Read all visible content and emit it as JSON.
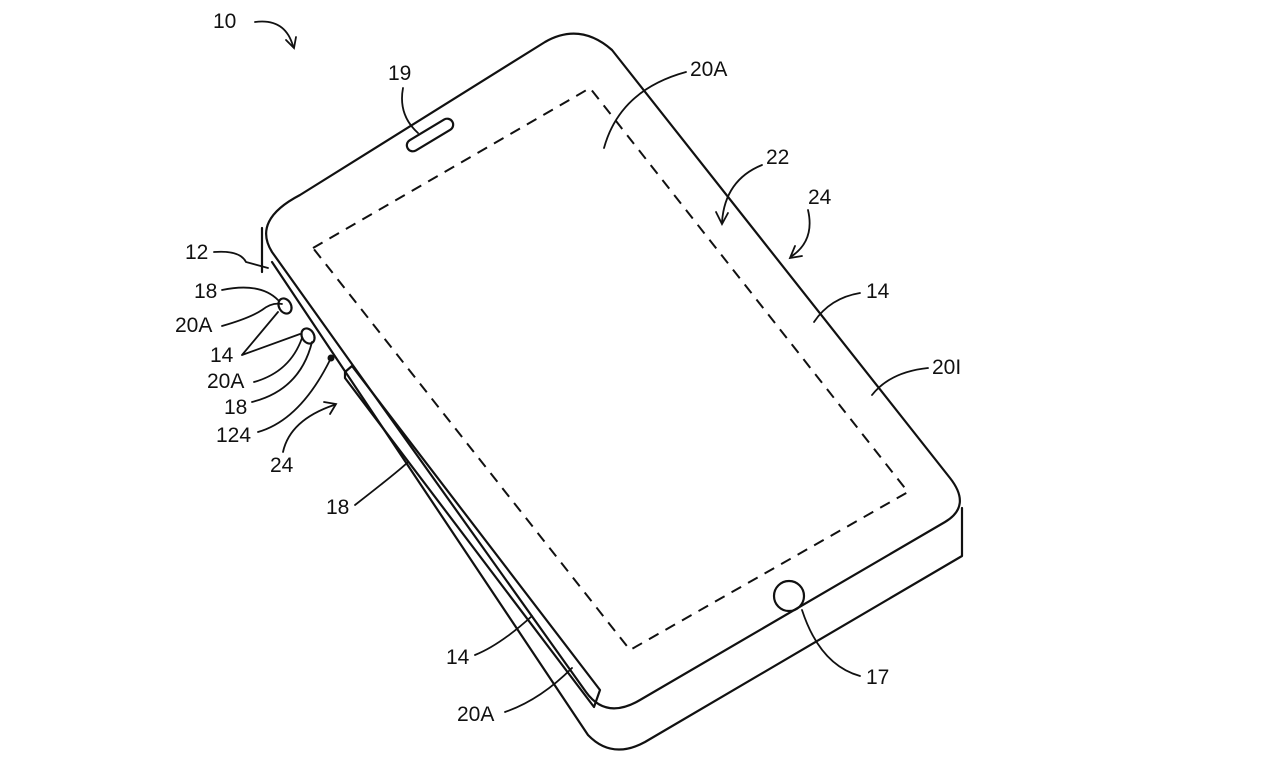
{
  "figure": {
    "labels": {
      "device": "10",
      "earpiece": "19",
      "housing_top": "20A",
      "display_arrow": "22",
      "edge_arrow_right": "24",
      "sidewall_right": "14",
      "inner_right": "20I",
      "housing_12": "12",
      "button_18_a": "18",
      "opening_20a_a": "20A",
      "sidewall_14_left": "14",
      "opening_20a_b": "20A",
      "button_18_b": "18",
      "port_124": "124",
      "edge_arrow_left": "24",
      "side_button_18": "18",
      "sidewall_14_bottom": "14",
      "slot_20a_bottom": "20A",
      "home_button": "17"
    }
  }
}
